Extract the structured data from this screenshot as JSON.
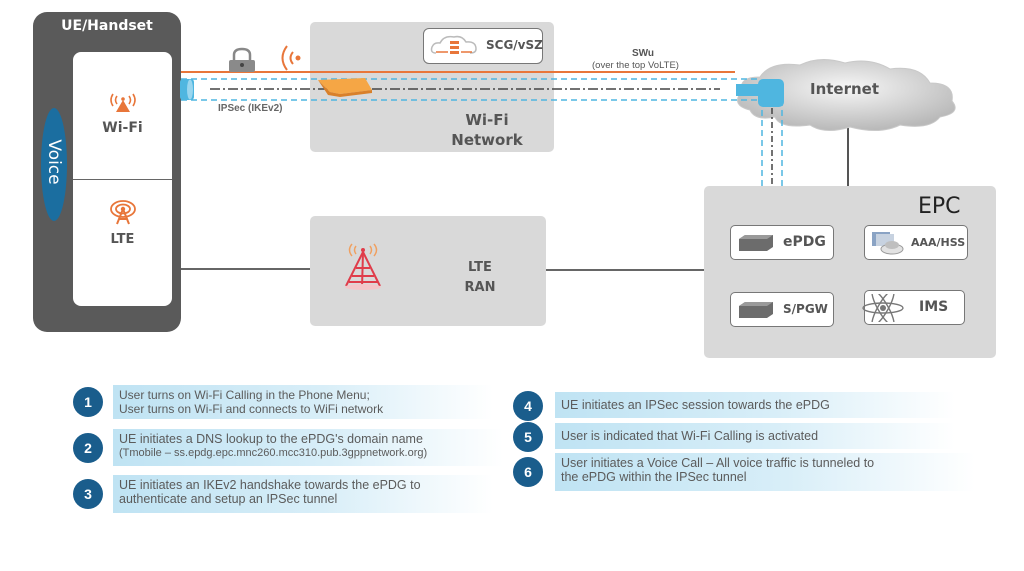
{
  "handset": {
    "title": "UE/Handset",
    "voice_label": "Voice",
    "wifi_label": "Wi-Fi",
    "lte_label": "LTE"
  },
  "wifi_network": {
    "title_line1": "Wi-Fi",
    "title_line2": "Network",
    "controller_label": "SCG/vSZ"
  },
  "tunnel": {
    "swu_label": "SWu",
    "swu_sublabel": "(over the top VoLTE)",
    "ipsec_label": "IPSec (IKEv2)"
  },
  "internet": {
    "label": "Internet"
  },
  "ran": {
    "title_line1": "LTE",
    "title_line2": "RAN"
  },
  "epc": {
    "title": "EPC",
    "nodes": [
      {
        "label": "ePDG",
        "icon": "server-icon"
      },
      {
        "label": "AAA/HSS",
        "icon": "database-icon"
      },
      {
        "label": "S/PGW",
        "icon": "server-icon"
      },
      {
        "label": "IMS",
        "icon": "atom-icon"
      }
    ]
  },
  "colors": {
    "accent_orange": "#e8763a",
    "tunnel_blue": "#4fb6e0",
    "step_blue": "#1a5d8c",
    "box_grey": "#d9d9d9",
    "handset_grey": "#5a5a5a"
  },
  "steps": [
    {
      "num": "1",
      "line1": "User turns on Wi-Fi Calling in the Phone Menu;",
      "line2": "User turns on Wi-Fi and connects to WiFi network"
    },
    {
      "num": "2",
      "line1": "UE initiates a DNS lookup to the ePDG's domain name",
      "line2": "(Tmobile – ss.epdg.epc.mnc260.mcc310.pub.3gppnetwork.org)"
    },
    {
      "num": "3",
      "line1": "UE initiates an IKEv2 handshake towards the ePDG to",
      "line2": "authenticate and setup an IPSec tunnel"
    },
    {
      "num": "4",
      "line1": "UE initiates an IPSec session towards the ePDG",
      "line2": ""
    },
    {
      "num": "5",
      "line1": "User is indicated that Wi-Fi Calling is activated",
      "line2": ""
    },
    {
      "num": "6",
      "line1": "User initiates a Voice Call – All voice traffic is tunneled to",
      "line2": "the ePDG within the IPSec tunnel"
    }
  ]
}
